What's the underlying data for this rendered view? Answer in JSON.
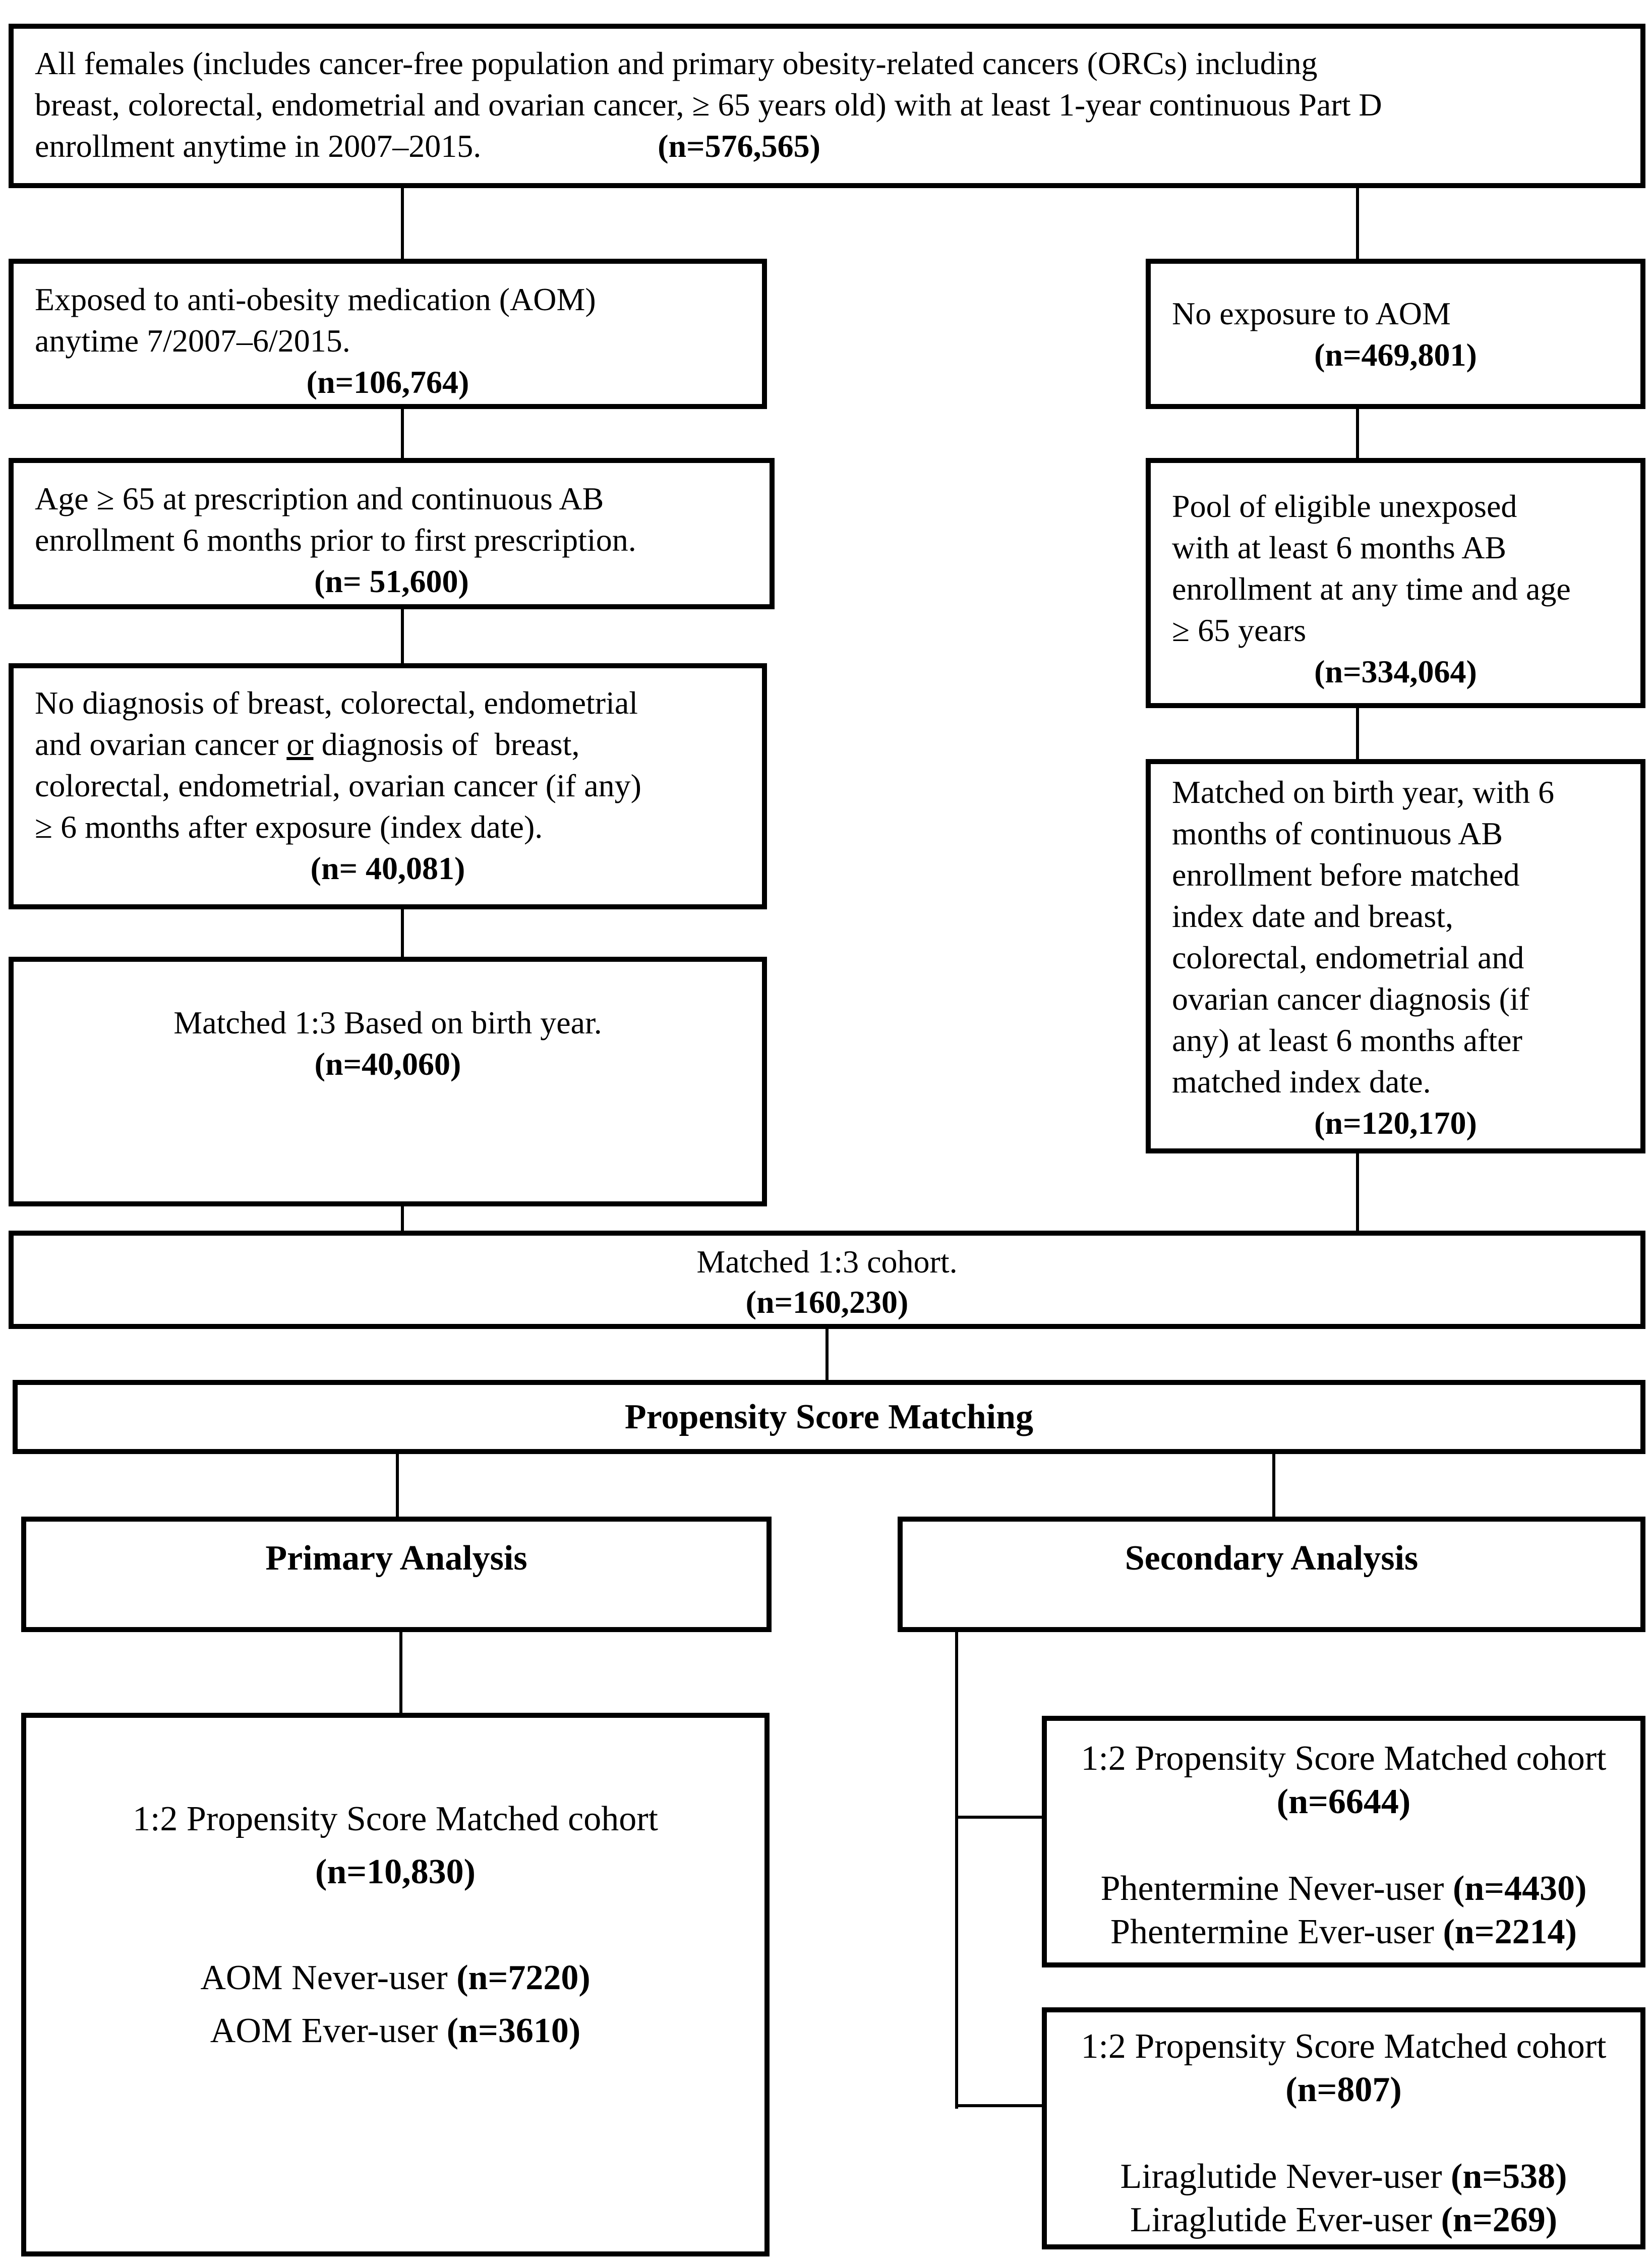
{
  "figure": {
    "description": "Patient selection flow diagram",
    "background_color": "#ffffff",
    "border_color": "#000000",
    "text_color": "#000000"
  },
  "boxes": {
    "top": {
      "lines": [
        {
          "a": "l",
          "runs": [
            {
              "t": "All females (includes cancer-free population and primary obesity-related cancers (ORCs) including"
            }
          ]
        },
        {
          "a": "l",
          "runs": [
            {
              "t": "breast, colorectal, endometrial and ovarian cancer, ≥ 65 years old) with at least 1-year continuous Part D"
            }
          ]
        },
        {
          "a": "l",
          "runs": [
            {
              "t": "enrollment anytime in 2007–2015."
            },
            {
              "t": "(n=576,565)",
              "b": true,
              "gap": 350
            }
          ]
        }
      ]
    },
    "exposed": {
      "lines": [
        {
          "a": "l",
          "runs": [
            {
              "t": "Exposed to anti-obesity medication (AOM)"
            }
          ]
        },
        {
          "a": "l",
          "runs": [
            {
              "t": "anytime 7/2007–6/2015."
            }
          ]
        },
        {
          "a": "c",
          "runs": [
            {
              "t": "(n=106,764)",
              "b": true
            }
          ]
        }
      ]
    },
    "no_exposure": {
      "lines": [
        {
          "a": "l",
          "runs": [
            {
              "t": "No exposure to AOM"
            }
          ]
        },
        {
          "a": "c",
          "runs": [
            {
              "t": "(n=469,801)",
              "b": true
            }
          ]
        }
      ]
    },
    "age": {
      "lines": [
        {
          "a": "l",
          "runs": [
            {
              "t": "Age ≥ 65 at prescription and continuous AB"
            }
          ]
        },
        {
          "a": "l",
          "runs": [
            {
              "t": "enrollment 6 months prior to first prescription."
            }
          ]
        },
        {
          "a": "c",
          "runs": [
            {
              "t": "(n= 51,600)",
              "b": true
            }
          ]
        }
      ]
    },
    "pool": {
      "lines": [
        {
          "a": "l",
          "runs": [
            {
              "t": "Pool of eligible unexposed"
            }
          ]
        },
        {
          "a": "l",
          "runs": [
            {
              "t": "with at least 6 months AB"
            }
          ]
        },
        {
          "a": "l",
          "runs": [
            {
              "t": "enrollment at any time and age"
            }
          ]
        },
        {
          "a": "l",
          "runs": [
            {
              "t": "≥ 65 years"
            }
          ]
        },
        {
          "a": "c",
          "runs": [
            {
              "t": "(n=334,064)",
              "b": true
            }
          ]
        }
      ]
    },
    "no_diagnosis": {
      "lines": [
        {
          "a": "l",
          "runs": [
            {
              "t": "No diagnosis of breast, colorectal, endometrial"
            }
          ]
        },
        {
          "a": "l",
          "runs": [
            {
              "t": "and ovarian cancer "
            },
            {
              "t": "or",
              "u": true
            },
            {
              "t": " diagnosis of  breast,"
            }
          ]
        },
        {
          "a": "l",
          "runs": [
            {
              "t": "colorectal, endometrial, ovarian cancer (if any)"
            }
          ]
        },
        {
          "a": "l",
          "runs": [
            {
              "t": "≥ 6 months after exposure (index date)."
            }
          ]
        },
        {
          "a": "c",
          "runs": [
            {
              "t": "(n= 40,081)",
              "b": true
            }
          ]
        }
      ]
    },
    "matched_birth_year": {
      "lines": [
        {
          "a": "l",
          "runs": [
            {
              "t": "Matched on birth year, with 6"
            }
          ]
        },
        {
          "a": "l",
          "runs": [
            {
              "t": "months of continuous AB"
            }
          ]
        },
        {
          "a": "l",
          "runs": [
            {
              "t": "enrollment before matched"
            }
          ]
        },
        {
          "a": "l",
          "runs": [
            {
              "t": "index date and breast,"
            }
          ]
        },
        {
          "a": "l",
          "runs": [
            {
              "t": "colorectal, endometrial and"
            }
          ]
        },
        {
          "a": "l",
          "runs": [
            {
              "t": "ovarian cancer diagnosis (if"
            }
          ]
        },
        {
          "a": "l",
          "runs": [
            {
              "t": "any) at least 6 months after"
            }
          ]
        },
        {
          "a": "l",
          "runs": [
            {
              "t": "matched index date."
            }
          ]
        },
        {
          "a": "c",
          "runs": [
            {
              "t": "(n=120,170)",
              "b": true
            }
          ]
        }
      ]
    },
    "matched_13": {
      "lines": [
        {
          "a": "c",
          "runs": [
            {
              "t": "Matched 1:3 Based on birth year."
            }
          ]
        },
        {
          "a": "c",
          "runs": [
            {
              "t": "(n=40,060)",
              "b": true
            }
          ]
        }
      ]
    },
    "cohort": {
      "lines": [
        {
          "a": "c",
          "runs": [
            {
              "t": "Matched 1:3 cohort."
            }
          ]
        },
        {
          "a": "c",
          "runs": [
            {
              "t": "(n=160,230)",
              "b": true
            }
          ]
        }
      ]
    },
    "psm": {
      "label": "Propensity Score Matching"
    },
    "primary": {
      "label": "Primary Analysis"
    },
    "secondary": {
      "label": "Secondary Analysis"
    },
    "aom": {
      "lines": [
        {
          "a": "c",
          "runs": [
            {
              "t": "1:2 Propensity Score Matched cohort"
            }
          ]
        },
        {
          "a": "c",
          "runs": [
            {
              "t": "(n=10,830)",
              "b": true
            }
          ]
        },
        {
          "a": "c",
          "runs": []
        },
        {
          "a": "c",
          "runs": [
            {
              "t": "AOM Never-user "
            },
            {
              "t": "(n=7220)",
              "b": true
            }
          ]
        },
        {
          "a": "c",
          "runs": [
            {
              "t": "AOM Ever-user "
            },
            {
              "t": "(n=3610)",
              "b": true
            }
          ]
        }
      ]
    },
    "phentermine": {
      "lines": [
        {
          "a": "c",
          "runs": [
            {
              "t": "1:2 Propensity Score Matched cohort"
            }
          ]
        },
        {
          "a": "c",
          "runs": [
            {
              "t": "(n=6644)",
              "b": true
            }
          ]
        },
        {
          "a": "c",
          "runs": []
        },
        {
          "a": "c",
          "runs": [
            {
              "t": "Phentermine Never-user "
            },
            {
              "t": "(n=4430)",
              "b": true
            }
          ]
        },
        {
          "a": "c",
          "runs": [
            {
              "t": "Phentermine Ever-user "
            },
            {
              "t": "(n=2214)",
              "b": true
            }
          ]
        }
      ]
    },
    "liraglutide": {
      "lines": [
        {
          "a": "c",
          "runs": [
            {
              "t": "1:2 Propensity Score Matched cohort"
            }
          ]
        },
        {
          "a": "c",
          "runs": [
            {
              "t": "(n=807)",
              "b": true
            }
          ]
        },
        {
          "a": "c",
          "runs": []
        },
        {
          "a": "c",
          "runs": [
            {
              "t": "Liraglutide Never-user "
            },
            {
              "t": "(n=538)",
              "b": true
            }
          ]
        },
        {
          "a": "c",
          "runs": [
            {
              "t": "Liraglutide Ever-user "
            },
            {
              "t": "(n=269)",
              "b": true
            }
          ]
        }
      ]
    }
  }
}
